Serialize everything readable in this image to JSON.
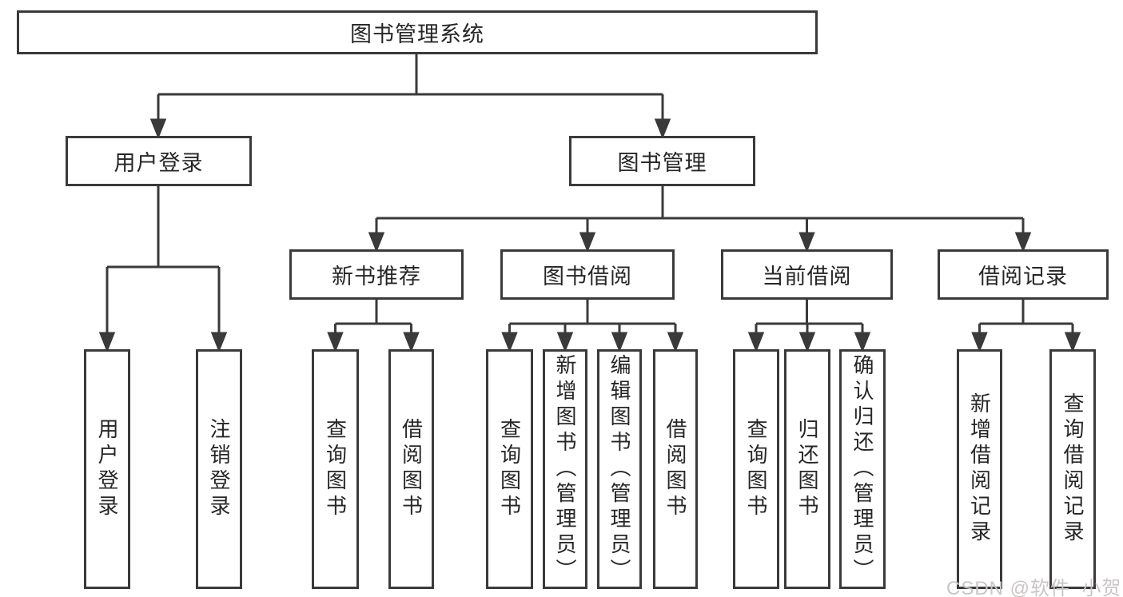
{
  "diagram": {
    "root": {
      "label": "图书管理系统"
    },
    "branches": [
      {
        "label": "用户登录",
        "children": [
          {
            "label": "用户登录"
          },
          {
            "label": "注销登录"
          }
        ]
      },
      {
        "label": "图书管理",
        "children": [
          {
            "label": "新书推荐",
            "children": [
              {
                "label": "查询图书"
              },
              {
                "label": "借阅图书"
              }
            ]
          },
          {
            "label": "图书借阅",
            "children": [
              {
                "label": "查询图书"
              },
              {
                "label": "新增图书（管理员）"
              },
              {
                "label": "编辑图书（管理员）"
              },
              {
                "label": "借阅图书"
              }
            ]
          },
          {
            "label": "当前借阅",
            "children": [
              {
                "label": "查询图书"
              },
              {
                "label": "归还图书"
              },
              {
                "label": "确认归还（管理员）"
              }
            ]
          },
          {
            "label": "借阅记录",
            "children": [
              {
                "label": "新增借阅记录"
              },
              {
                "label": "查询借阅记录"
              }
            ]
          }
        ]
      }
    ]
  },
  "watermark": {
    "text": "CSDN @软件_小贺同学"
  },
  "colors": {
    "line": "#3a3a3a",
    "background": "#ffffff",
    "text": "#262626",
    "watermark": "#cbc5c5"
  }
}
